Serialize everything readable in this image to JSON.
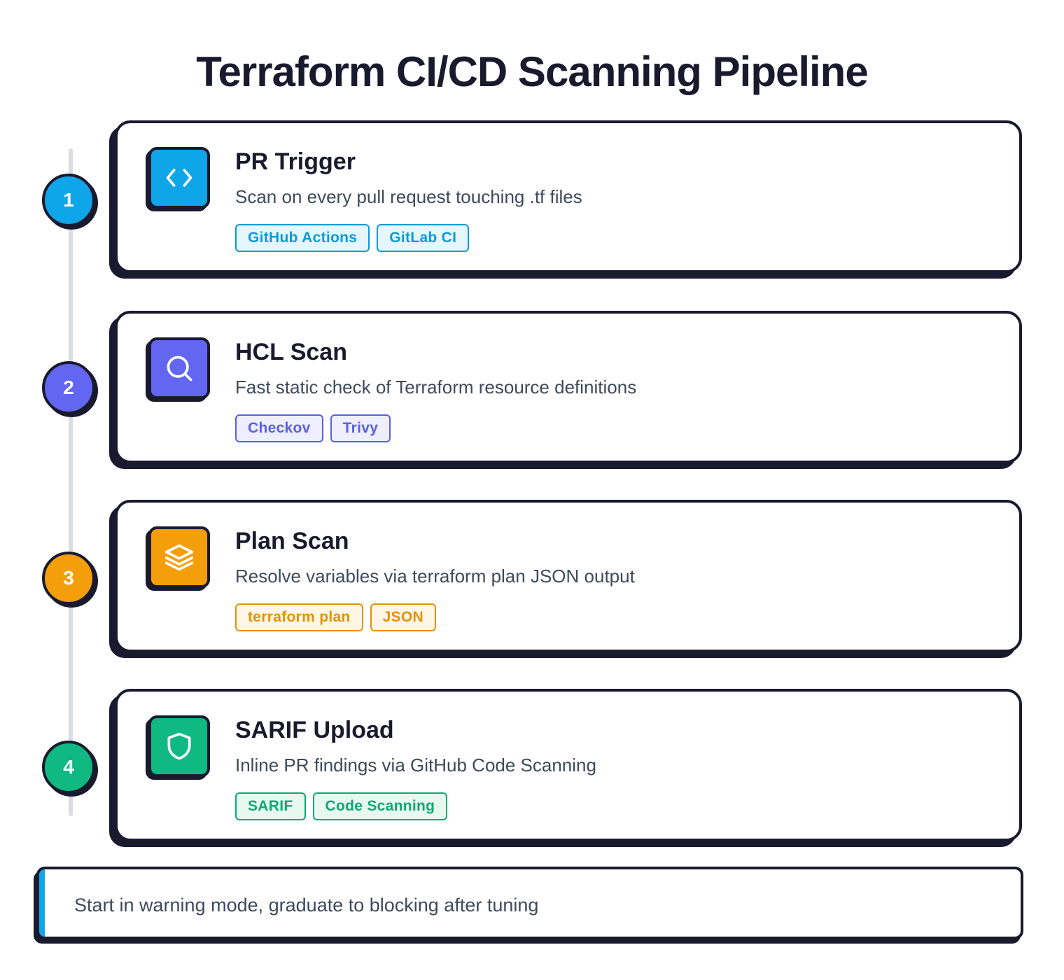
{
  "title": "Terraform CI/CD Scanning Pipeline",
  "steps": [
    {
      "number": "1",
      "title": "PR Trigger",
      "description": "Scan on every pull request touching .tf files",
      "icon": "code-icon",
      "color": "#0ea5e9",
      "tags": [
        "GitHub Actions",
        "GitLab CI"
      ],
      "tag_bg": "#e6f6fd",
      "tag_color": "#0b9bd8"
    },
    {
      "number": "2",
      "title": "HCL Scan",
      "description": "Fast static check of Terraform resource definitions",
      "icon": "search-icon",
      "color": "#6366f1",
      "tags": [
        "Checkov",
        "Trivy"
      ],
      "tag_bg": "#eeeefe",
      "tag_color": "#5b5fe0"
    },
    {
      "number": "3",
      "title": "Plan Scan",
      "description": "Resolve variables via terraform plan JSON output",
      "icon": "layers-icon",
      "color": "#f59e0b",
      "tags": [
        "terraform plan",
        "JSON"
      ],
      "tag_bg": "#fff6e5",
      "tag_color": "#e39207"
    },
    {
      "number": "4",
      "title": "SARIF Upload",
      "description": "Inline PR findings via GitHub Code Scanning",
      "icon": "shield-icon",
      "color": "#10b981",
      "tags": [
        "SARIF",
        "Code Scanning"
      ],
      "tag_bg": "#e7f8f1",
      "tag_color": "#0ea873"
    }
  ],
  "note": {
    "text": "Start in warning mode, graduate to blocking after tuning",
    "accent": "#0ea5e9"
  }
}
